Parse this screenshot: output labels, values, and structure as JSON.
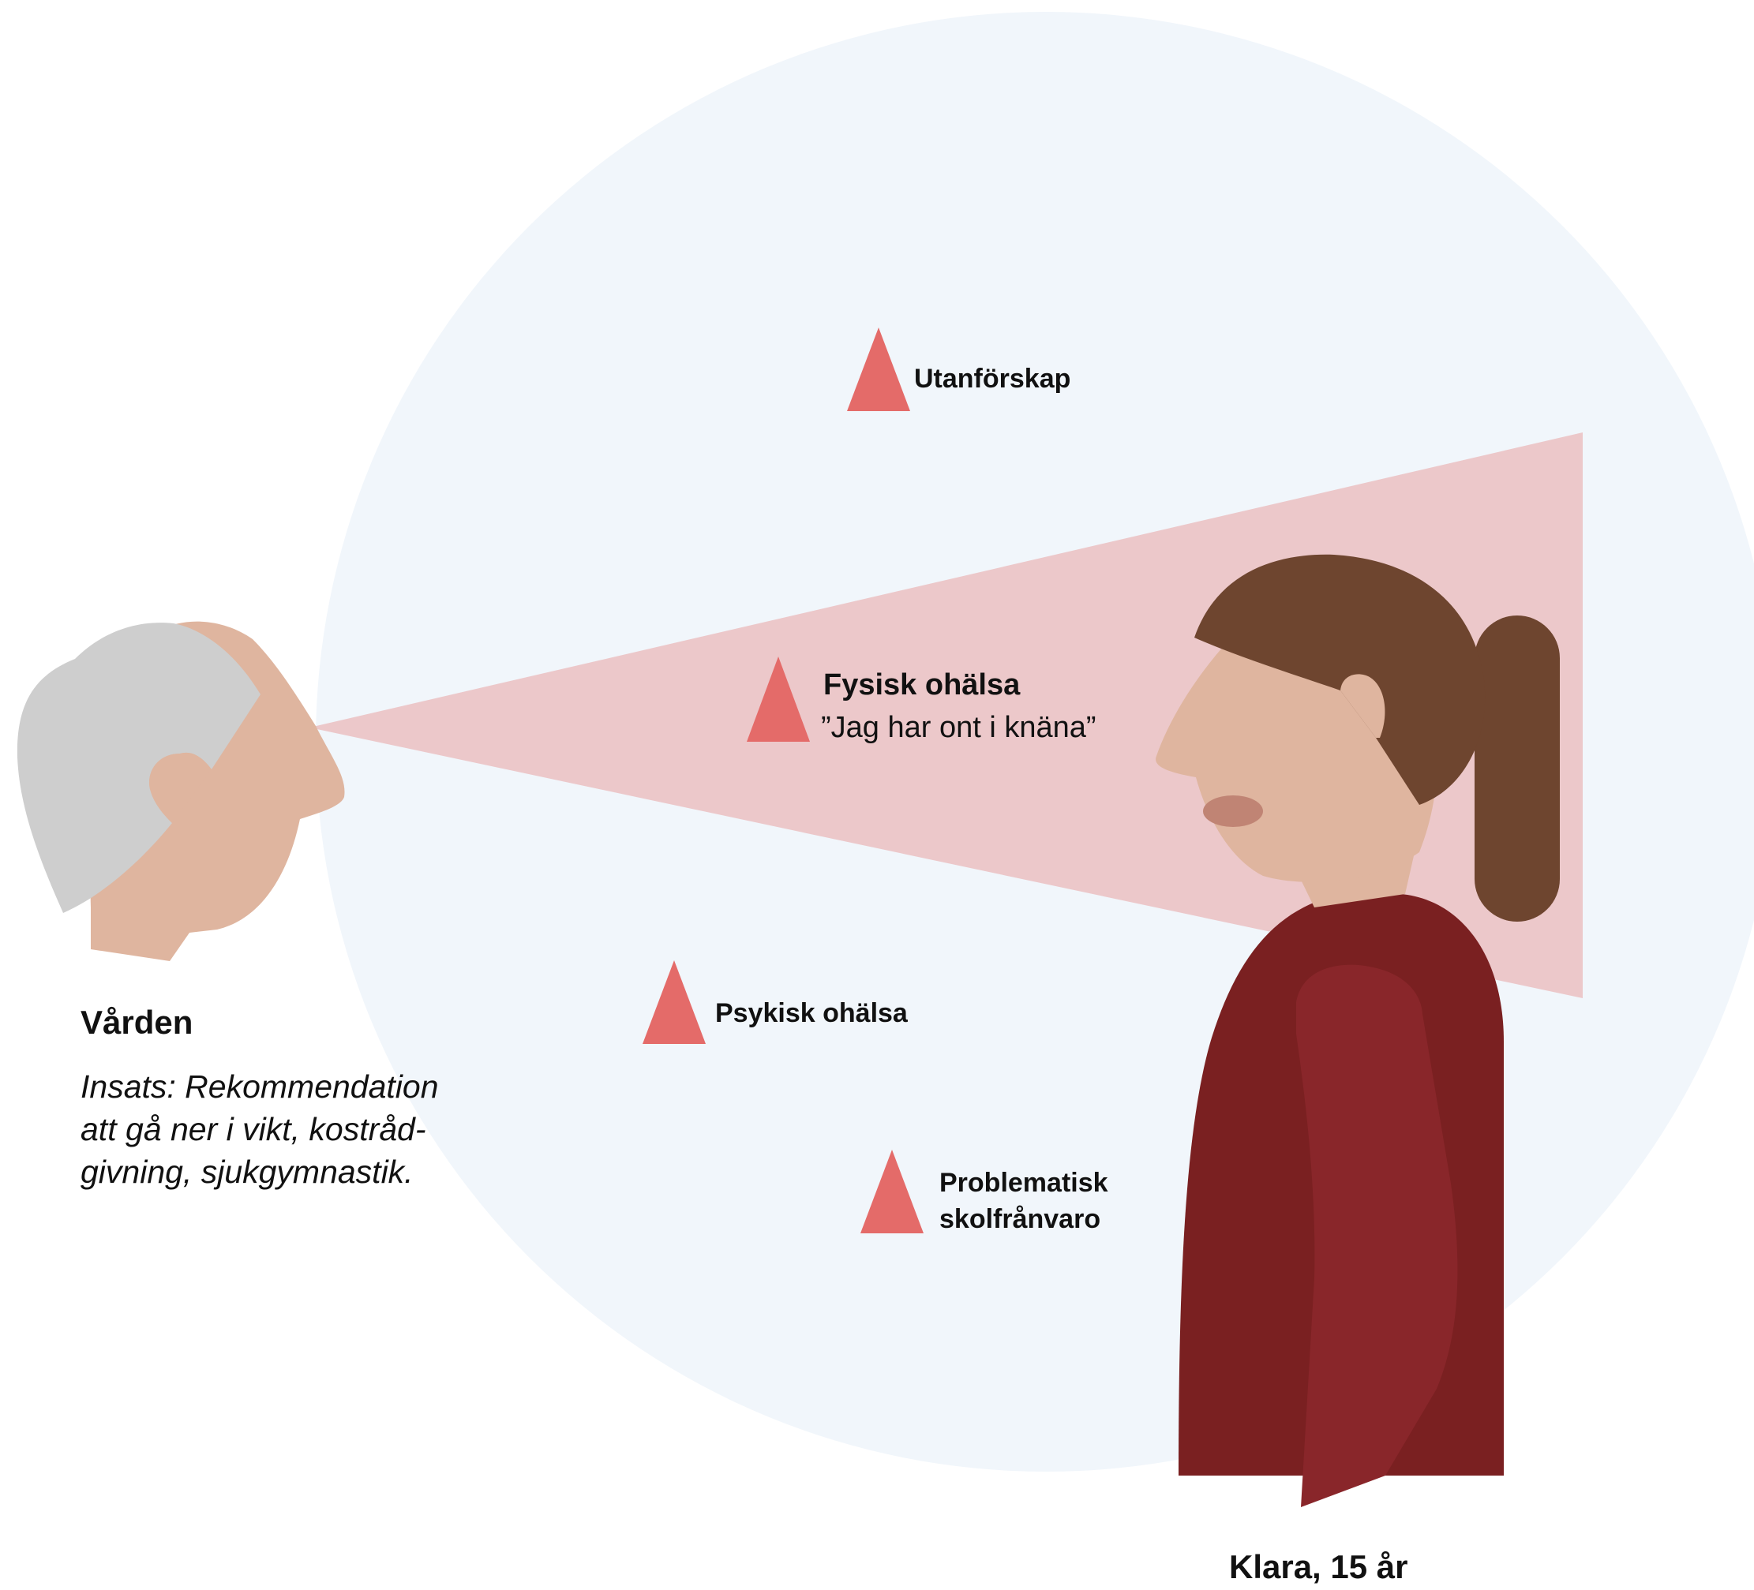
{
  "colors": {
    "background": "#ffffff",
    "circle": "#f1f6fb",
    "view_cone": "#ecc8ca",
    "risk_triangle": "#e46b69",
    "skin": "#dfb59f",
    "grey_hair": "#cecece",
    "brown_hair": "#6e452f",
    "shirt_dark": "#7a2021",
    "shirt_light": "#89262a",
    "lips": "#c08474"
  },
  "observer": {
    "name": "Vården",
    "intervention_lines": [
      "Insats: Rekommendation",
      "att gå ner i vikt, kostråd-",
      "givning, sjukgymnastik."
    ]
  },
  "subject": {
    "name": "Klara, 15 år"
  },
  "risks": {
    "utanforskap": {
      "icon": "warning-triangle-icon",
      "label": "Utanförskap"
    },
    "fysisk": {
      "icon": "warning-triangle-icon",
      "label": "Fysisk ohälsa",
      "quote": "”Jag har ont i knäna”"
    },
    "psykisk": {
      "icon": "warning-triangle-icon",
      "label": "Psykisk ohälsa"
    },
    "skolfranvaro": {
      "icon": "warning-triangle-icon",
      "label_lines": [
        "Problematisk",
        "skolfrånvaro"
      ]
    }
  }
}
